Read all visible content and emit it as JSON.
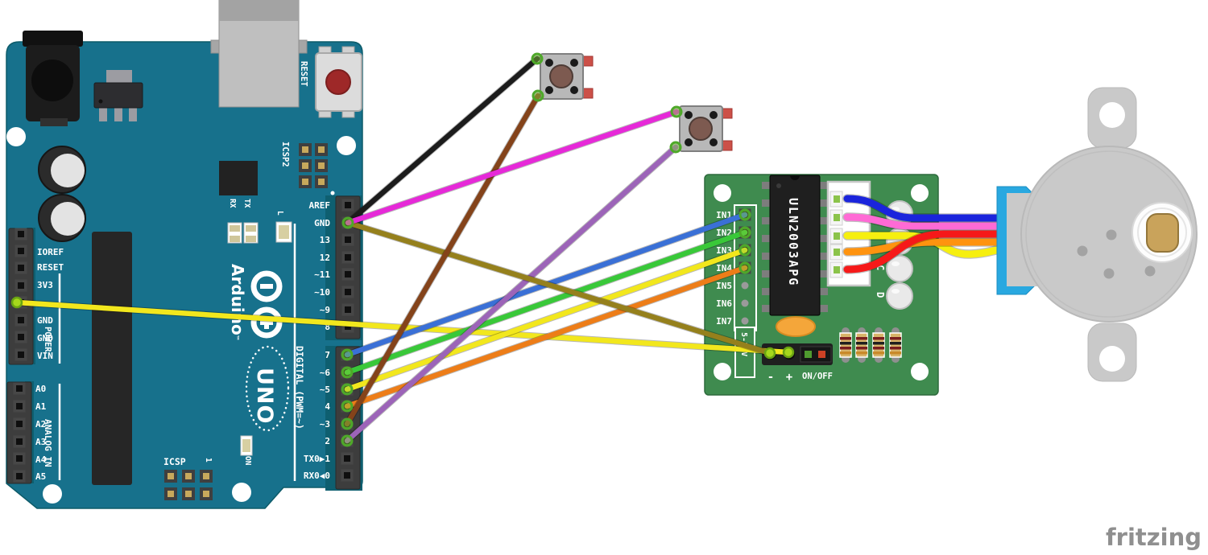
{
  "watermark": "fritzing",
  "arduino": {
    "reset": "RESET",
    "icsp2": "ICSP2",
    "icsp": "ICSP",
    "icsp_pin1": "1",
    "tx": "TX",
    "rx": "RX",
    "led_l": "L",
    "led_on": "ON",
    "logo": "Arduino",
    "logo_tm": "™",
    "model": "UNO",
    "group_power": "POWER",
    "group_analog": "ANALOG IN",
    "group_digital": "DIGITAL (PWM=~)",
    "power_pins": [
      "IOREF",
      "RESET",
      "3V3",
      "GND",
      "GND",
      "VIN"
    ],
    "analog_pins": [
      "A0",
      "A1",
      "A2",
      "A3",
      "A4",
      "A5"
    ],
    "digital_pins_top": [
      "AREF",
      "GND",
      "13",
      "12",
      "~11",
      "~10",
      "~9",
      "8"
    ],
    "digital_pins_bottom": [
      "7",
      "~6",
      "~5",
      "4",
      "~3",
      "2",
      "TX0▶1",
      "RX0◀0"
    ]
  },
  "driver": {
    "chip": "ULN2003APG",
    "in_pins": [
      "IN1",
      "IN2",
      "IN3",
      "IN4",
      "IN5",
      "IN6",
      "IN7"
    ],
    "voltage": "5-12V",
    "minus": "-",
    "plus": "+",
    "onoff": "ON/OFF",
    "led_c": "C",
    "led_d": "D"
  },
  "wires": {
    "gnd_button1": {
      "color": "#1c1c1c",
      "from": "Arduino GND",
      "to": "Button 1 upper leg"
    },
    "gnd_button2": {
      "color": "#e629d8",
      "from": "Arduino GND",
      "to": "Button 2 upper leg"
    },
    "gnd_minus": {
      "color": "#95801c",
      "from": "Arduino GND",
      "to": "Driver -"
    },
    "v5_plus": {
      "color": "#f2e71d",
      "from": "Arduino 5V",
      "to": "Driver +"
    },
    "pin7_in1": {
      "color": "#3a70d6",
      "from": "Arduino 7",
      "to": "IN1"
    },
    "pin6_in2": {
      "color": "#39c839",
      "from": "Arduino ~6",
      "to": "IN2"
    },
    "pin5_in3": {
      "color": "#f2e71d",
      "from": "Arduino ~5",
      "to": "IN3"
    },
    "pin4_in4": {
      "color": "#ed7d18",
      "from": "Arduino 4",
      "to": "IN4"
    },
    "pin3_button1": {
      "color": "#84431a",
      "from": "Arduino ~3",
      "to": "Button 1 lower leg"
    },
    "pin2_button2": {
      "color": "#9c64b8",
      "from": "Arduino 2",
      "to": "Button 2 lower leg"
    }
  },
  "motor_wires": {
    "blue": {
      "color": "#1a24dc"
    },
    "pink": {
      "color": "#ff6ad5"
    },
    "yellow": {
      "color": "#f6ef0f"
    },
    "orange": {
      "color": "#ff930f"
    },
    "red": {
      "color": "#f61919"
    }
  }
}
